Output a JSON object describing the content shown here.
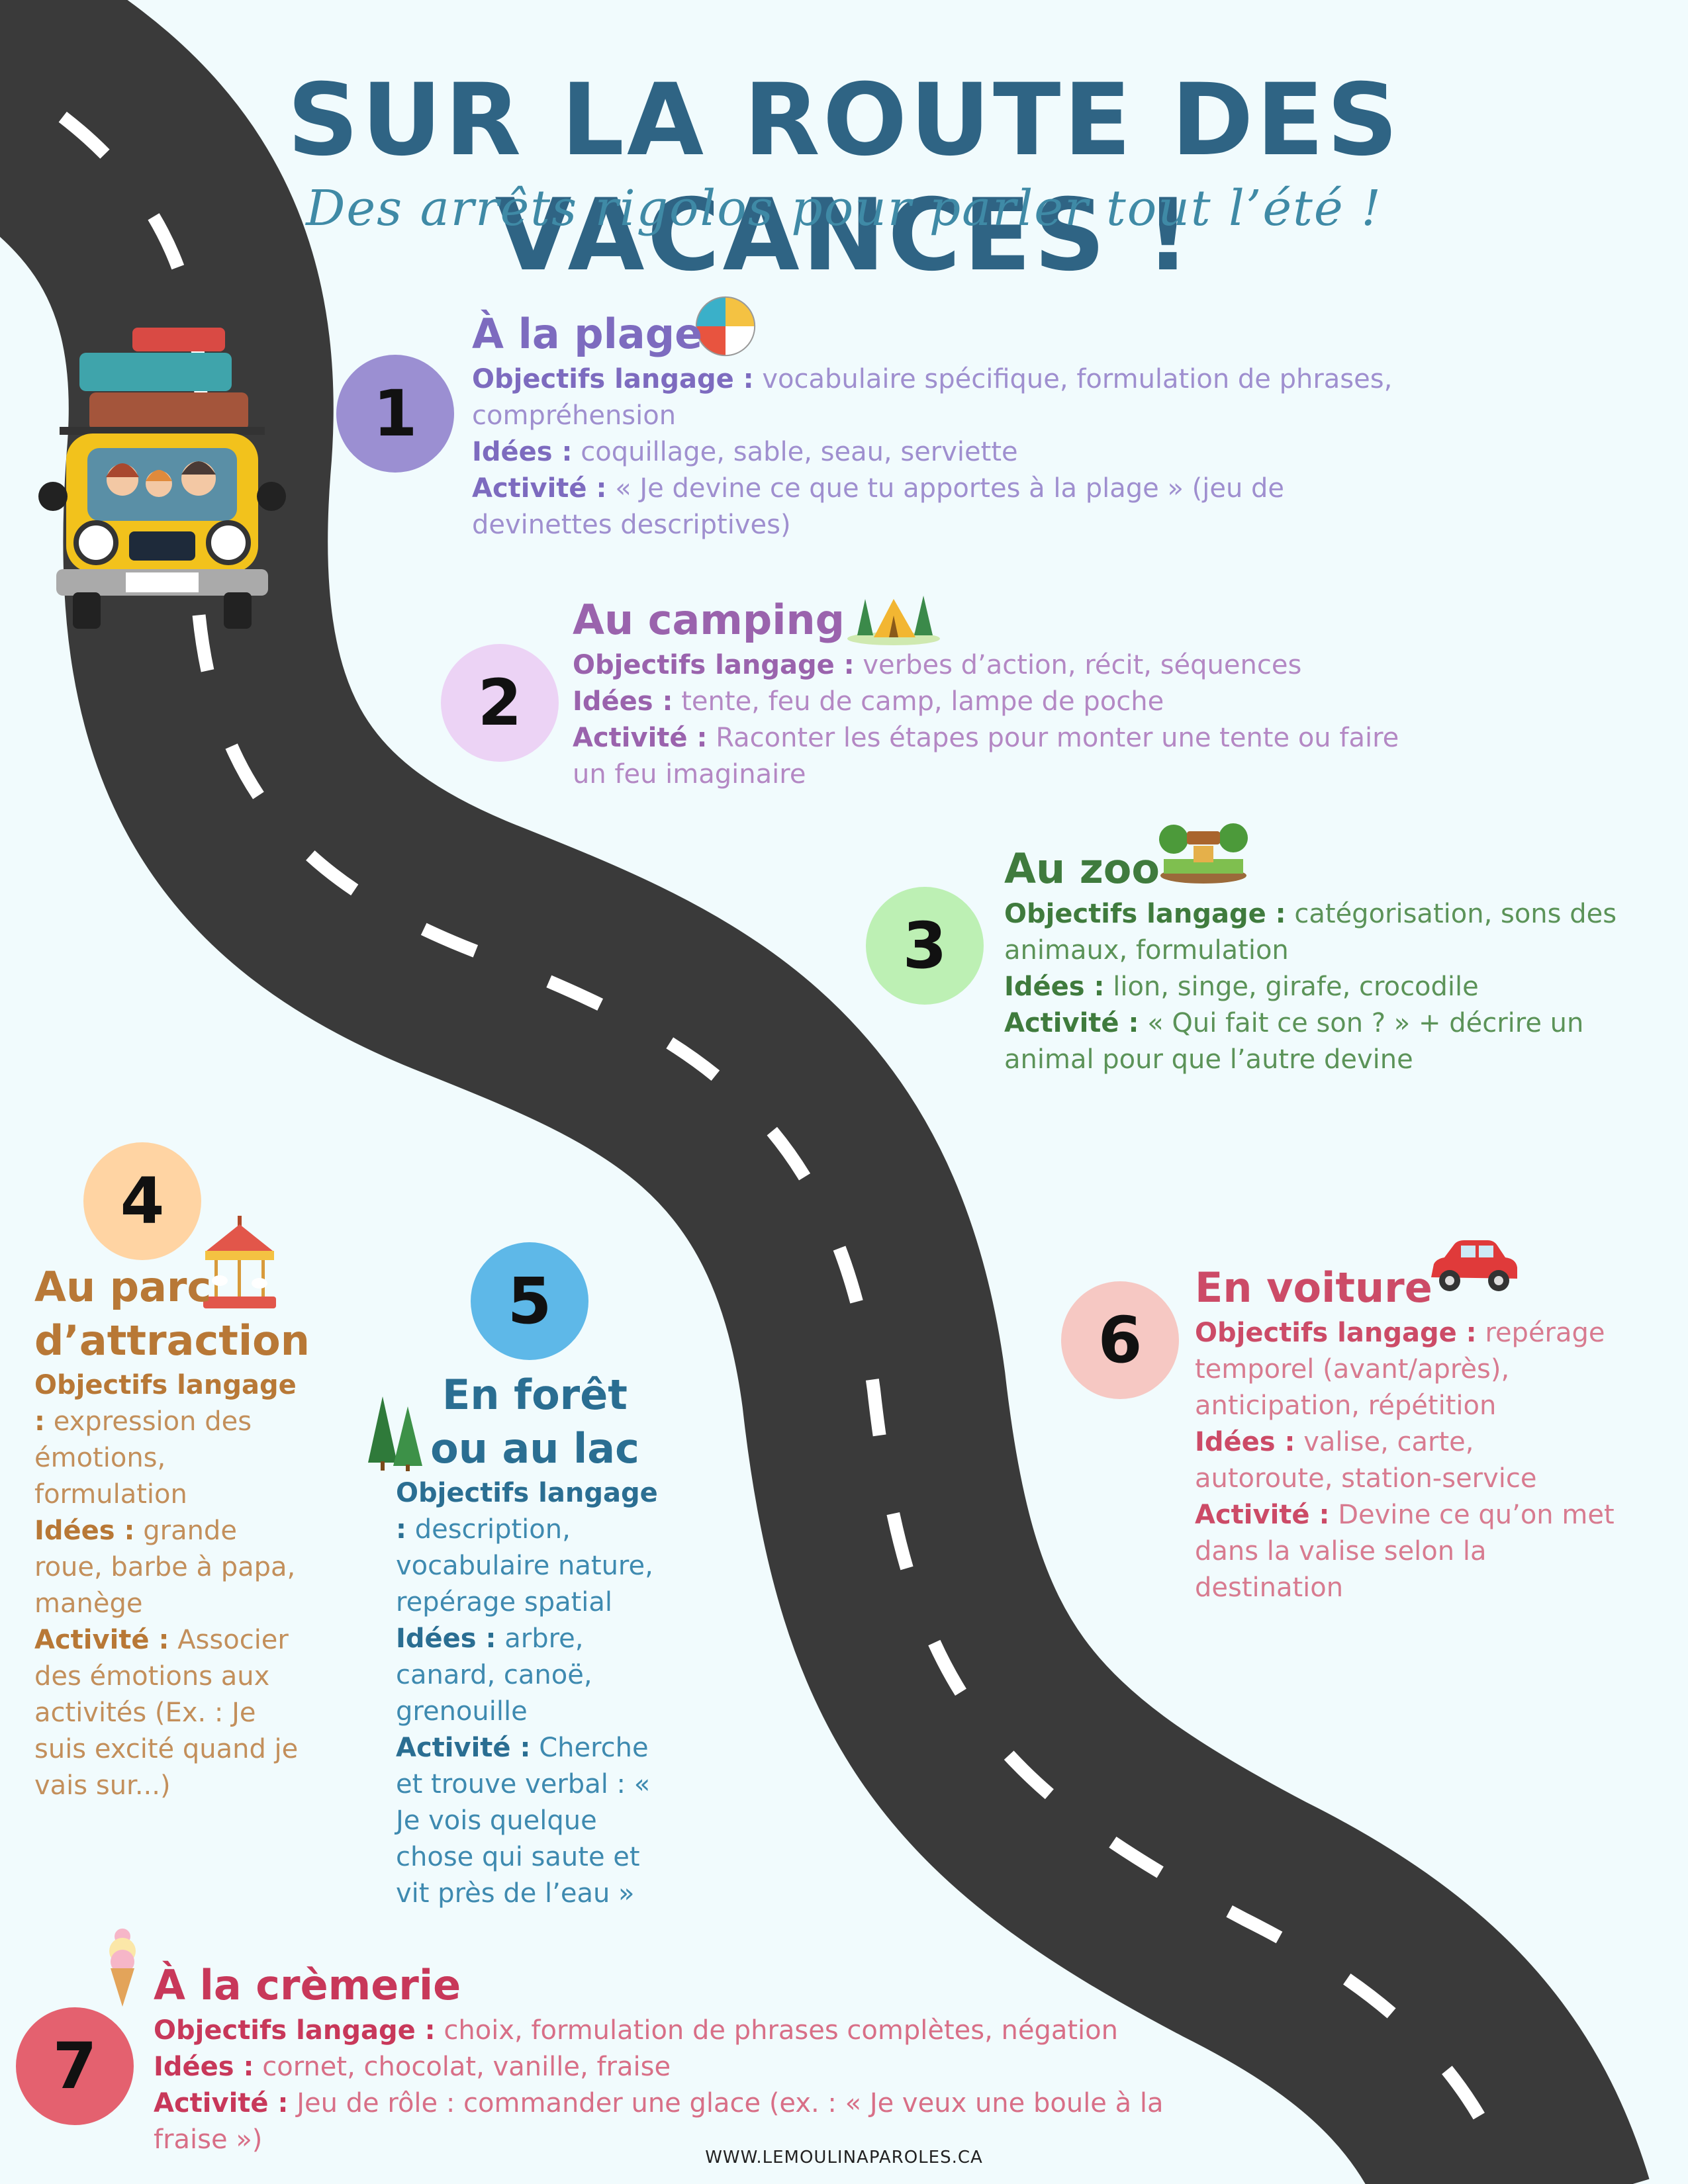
{
  "title": "SUR LA ROUTE DES VACANCES !",
  "subtitle": "Des arrêts rigolos pour parler tout l’été !",
  "footer": "WWW.LEMOULINAPAROLES.CA",
  "labels": {
    "objectifs": "Objectifs langage :",
    "idees": "Idées :",
    "activite": "Activité :"
  },
  "colors": {
    "background": "#f1fbfd",
    "road": "#3a3a3a",
    "title": "#2f6484",
    "badge1": "#9b8fd2",
    "badge2": "#ecd3f5",
    "badge3": "#bdf0b4",
    "badge4": "#ffd4a3",
    "badge5": "#5eb8e8",
    "badge6": "#f6c8c3",
    "badge7": "#e4616f"
  },
  "stops": [
    {
      "number": "1",
      "title": "À la plage",
      "icon": "beach-ball-icon",
      "objectifs": "vocabulaire spécifique, formulation de phrases, compréhension",
      "idees": "coquillage, sable, seau, serviette",
      "activite": "« Je devine ce que tu apportes à la plage » (jeu de devinettes descriptives)"
    },
    {
      "number": "2",
      "title": "Au camping",
      "icon": "tent-icon",
      "objectifs": "verbes d’action, récit, séquences",
      "idees": "tente, feu de camp, lampe de poche",
      "activite": "Raconter les étapes pour monter une tente ou faire un feu imaginaire"
    },
    {
      "number": "3",
      "title": "Au zoo",
      "icon": "zoo-icon",
      "objectifs": "catégorisation, sons des animaux, formulation",
      "idees": "lion, singe, girafe, crocodile",
      "activite": "« Qui fait ce son ? » + décrire un animal pour que l’autre devine"
    },
    {
      "number": "4",
      "title": "Au parc d’attraction",
      "icon": "carousel-icon",
      "objectifs": "expression des émotions, formulation",
      "idees": "grande roue, barbe à papa, manège",
      "activite": "Associer des émotions aux activités (Ex. : Je suis excité quand je vais sur...)"
    },
    {
      "number": "5",
      "title": "En forêt ou au lac",
      "icon": "pine-trees-icon",
      "objectifs": "description, vocabulaire nature, repérage spatial",
      "idees": "arbre, canard, canoë, grenouille",
      "activite": "Cherche et trouve verbal : « Je vois quelque chose qui saute et vit près de l’eau »"
    },
    {
      "number": "6",
      "title": "En voiture",
      "icon": "red-car-icon",
      "objectifs": "repérage temporel (avant/après), anticipation, répétition",
      "idees": "valise, carte, autoroute, station-service",
      "activite": "Devine ce qu’on met dans la valise selon la destination"
    },
    {
      "number": "7",
      "title": "À la crèmerie",
      "icon": "ice-cream-icon",
      "objectifs": "choix, formulation de phrases complètes, négation",
      "idees": "cornet, chocolat, vanille, fraise",
      "activite": "Jeu de rôle : commander une glace (ex. : « Je veux une boule à la fraise »)"
    }
  ]
}
